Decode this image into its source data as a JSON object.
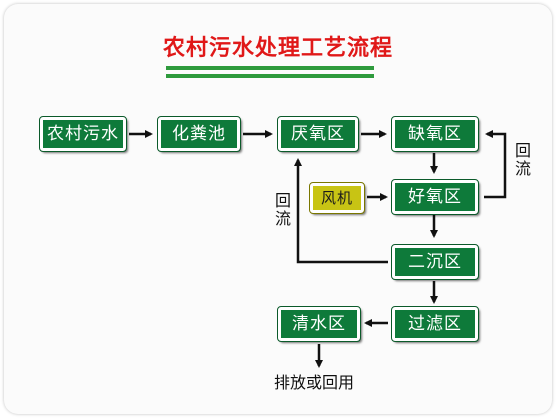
{
  "diagram": {
    "title": "农村污水处理工艺流程",
    "colors": {
      "title": "#e01818",
      "box": "#0e7a3a",
      "fan_box": "#c8c414",
      "underline": "#2e9a3c"
    },
    "nodes": {
      "rural_sewage": "农村污水",
      "septic_tank": "化粪池",
      "anaerobic": "厌氧区",
      "anoxic": "缺氧区",
      "fan": "风机",
      "aerobic": "好氧区",
      "secondary_settling": "二沉区",
      "filtration": "过滤区",
      "clear_water": "清水区"
    },
    "labels": {
      "reflux_right": "回流",
      "reflux_left": "回流",
      "discharge": "排放或回用"
    }
  }
}
